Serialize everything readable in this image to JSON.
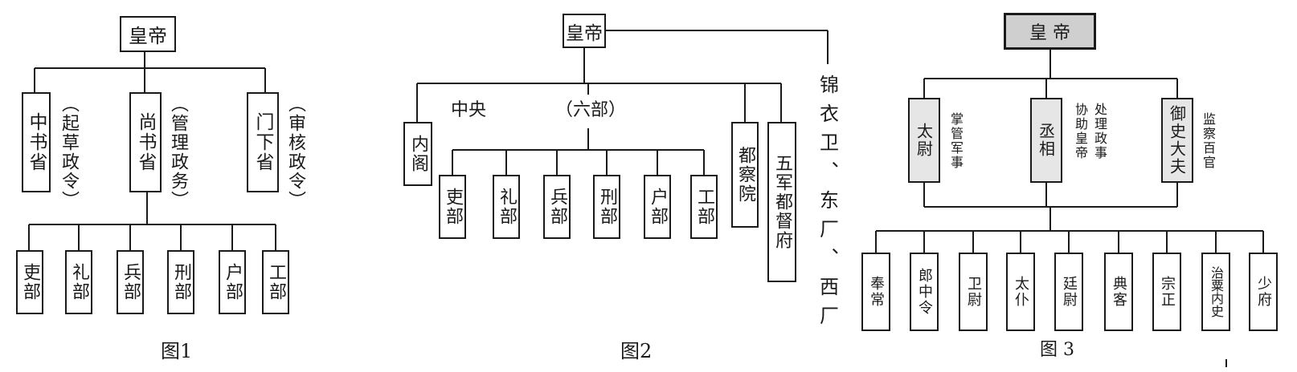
{
  "fig1": {
    "caption": "图1",
    "emperor": "皇帝",
    "provinces": [
      {
        "name": "中书省",
        "role": "（起草政令）"
      },
      {
        "name": "尚书省",
        "role": "（管理政务）"
      },
      {
        "name": "门下省",
        "role": "（审核政令）"
      }
    ],
    "ministries": [
      "吏部",
      "礼部",
      "兵部",
      "刑部",
      "户部",
      "工部"
    ]
  },
  "fig2": {
    "caption": "图2",
    "emperor": "皇帝",
    "central_label": "中央",
    "six_label": "（六部）",
    "neige": "内阁",
    "ministries": [
      "吏部",
      "礼部",
      "兵部",
      "刑部",
      "户部",
      "工部"
    ],
    "duchayuan": "都察院",
    "wujun": "五军都督府",
    "secret": "锦衣卫、东厂、西厂"
  },
  "fig3": {
    "caption": "图 3",
    "emperor": "皇 帝",
    "gongs": [
      {
        "name": "太尉",
        "role": "掌管军事"
      },
      {
        "name": "丞相",
        "role": "处理政事 协助皇帝"
      },
      {
        "name": "御史大夫",
        "role": "监察百官"
      }
    ],
    "qing": [
      "奉常",
      "郎中令",
      "卫尉",
      "太仆",
      "廷尉",
      "典客",
      "宗正",
      "治粟内史",
      "少府"
    ]
  }
}
